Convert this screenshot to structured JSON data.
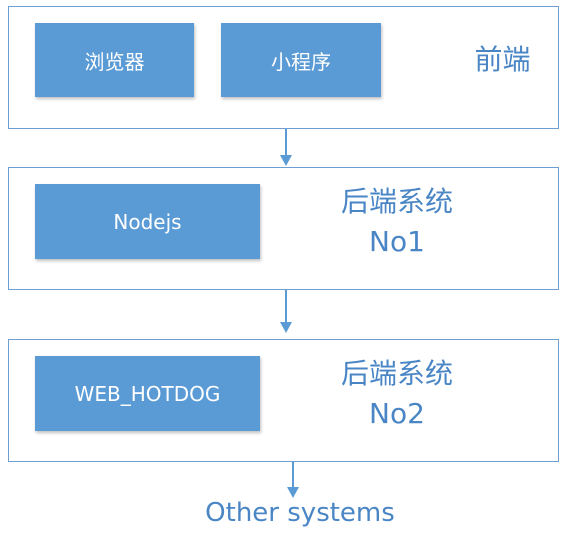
{
  "layers": [
    {
      "nodes": [
        {
          "label": "浏览器"
        },
        {
          "label": "小程序"
        }
      ],
      "label_line1": "前端",
      "label_line2": ""
    },
    {
      "nodes": [
        {
          "label": "Nodejs"
        }
      ],
      "label_line1": "后端系统",
      "label_line2": "No1"
    },
    {
      "nodes": [
        {
          "label": "WEB_HOTDOG"
        }
      ],
      "label_line1": "后端系统",
      "label_line2": "No2"
    }
  ],
  "footer": {
    "label": "Other systems"
  },
  "colors": {
    "node_fill": "#5b9bd5",
    "border": "#6e9fd0",
    "label_text": "#4a86c5"
  }
}
